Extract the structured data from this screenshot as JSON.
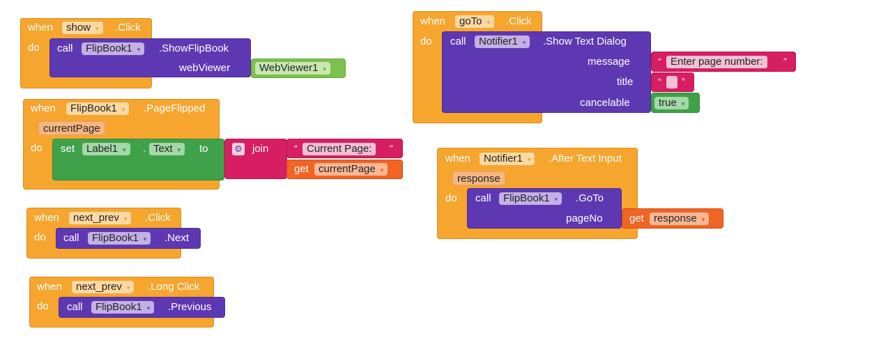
{
  "kw": {
    "when": "when",
    "do": "do",
    "call": "call",
    "set": "set",
    "to": "to",
    "get": "get",
    "join": "join",
    "dot": "."
  },
  "show_click": {
    "component": "show",
    "event": ".Click",
    "method_component": "FlipBook1",
    "method": ".ShowFlipBook",
    "arg_name": "webViewer",
    "arg_value": "WebViewer1"
  },
  "page_flipped": {
    "component": "FlipBook1",
    "event": ".PageFlipped",
    "param": "currentPage",
    "set_component": "Label1",
    "set_property": "Text",
    "join_text": "Current Page:",
    "get_var": "currentPage"
  },
  "next_click": {
    "component": "next_prev",
    "event": ".Click",
    "method_component": "FlipBook1",
    "method": ".Next"
  },
  "next_long": {
    "component": "next_prev",
    "event": ".Long Click",
    "method_component": "FlipBook1",
    "method": ".Previous"
  },
  "goto_click": {
    "component": "goTo",
    "event": ".Click",
    "method_component": "Notifier1",
    "method": ".Show Text Dialog",
    "arg1_name": "message",
    "arg1_value": "Enter page number:",
    "arg2_name": "title",
    "arg2_value": "",
    "arg3_name": "cancelable",
    "arg3_value": "true"
  },
  "after_text": {
    "component": "Notifier1",
    "event": ".After Text Input",
    "param": "response",
    "method_component": "FlipBook1",
    "method": ".GoTo",
    "arg_name": "pageNo",
    "get_var": "response"
  },
  "symbols": {
    "open_quote": "“",
    "close_quote": "”",
    "gear": "⚙",
    "dropdown_arrow": "▾"
  }
}
